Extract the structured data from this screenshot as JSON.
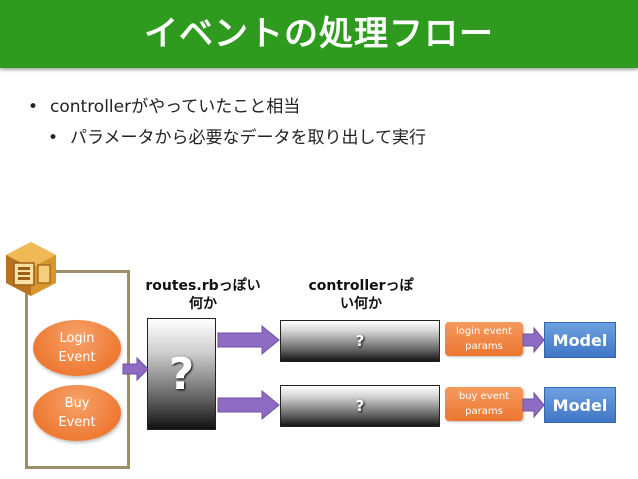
{
  "title": "イベントの処理フロー",
  "bullets": [
    {
      "marker": "•",
      "text": "controllerがやっていたこと相当"
    },
    {
      "marker": "•",
      "text": "パラメータから必要なデータを取り出して実行"
    }
  ],
  "diagram": {
    "icon": "amazon-sqs-icon",
    "events": [
      {
        "label": "Login\nEvent"
      },
      {
        "label": "Buy\nEvent"
      }
    ],
    "routes_label": "routes.rbっぽい\n何か",
    "router_box": "?",
    "controller_label": "controllerっぽ\nい何か",
    "controllers": [
      {
        "label": "?",
        "params": "login event\nparams",
        "model": "Model"
      },
      {
        "label": "?",
        "params": "buy event\nparams",
        "model": "Model"
      }
    ],
    "colors": {
      "title_bg": "#2e9b1e",
      "event": "#ee7a34",
      "arrow": "#8e6cc4",
      "model": "#4a7fcb",
      "box_border": "#9d9068"
    }
  }
}
